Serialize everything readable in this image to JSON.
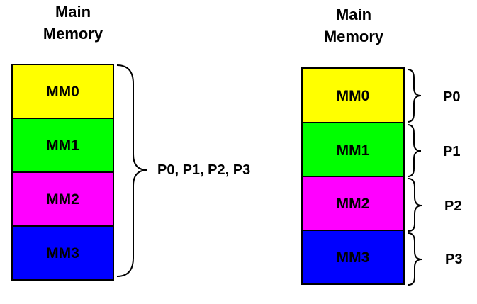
{
  "left": {
    "title": "Main\nMemory",
    "modules": [
      {
        "label": "MM0",
        "color": "#ffff00"
      },
      {
        "label": "MM1",
        "color": "#00ff00"
      },
      {
        "label": "MM2",
        "color": "#ff00ff"
      },
      {
        "label": "MM3",
        "color": "#0000ff"
      }
    ],
    "group_label": "P0, P1, P2, P3"
  },
  "right": {
    "title": "Main\nMemory",
    "modules": [
      {
        "label": "MM0",
        "color": "#ffff00",
        "processor": "P0"
      },
      {
        "label": "MM1",
        "color": "#00ff00",
        "processor": "P1"
      },
      {
        "label": "MM2",
        "color": "#ff00ff",
        "processor": "P2"
      },
      {
        "label": "MM3",
        "color": "#0000ff",
        "processor": "P3"
      }
    ]
  }
}
